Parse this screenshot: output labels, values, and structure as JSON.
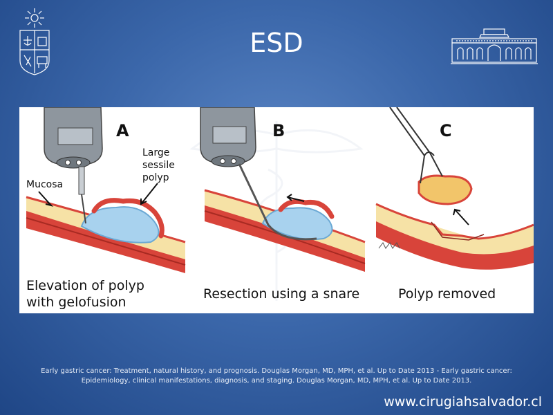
{
  "slide": {
    "title": "ESD",
    "website": "www.cirugiahsalvador.cl",
    "citation": "Early gastric cancer: Treatment, natural history, and prognosis. Douglas Morgan, MD, MPH, et al.  Up to Date 2013 - Early gastric cancer: Epidemiology, clinical manifestations, diagnosis, and staging. Douglas Morgan, MD, MPH, et al.  Up to Date 2013."
  },
  "figure": {
    "panels": [
      {
        "letter": "A",
        "caption_lines": [
          "Elevation of polyp",
          "with gelofusion"
        ],
        "labels": [
          "Mucosa",
          "Large",
          "sessile",
          "polyp"
        ]
      },
      {
        "letter": "B",
        "caption_lines": [
          "Resection using a snare"
        ]
      },
      {
        "letter": "C",
        "caption_lines": [
          "Polyp removed"
        ]
      }
    ]
  },
  "colors": {
    "background_center": "#5a85c4",
    "background_edge": "#1f4686",
    "tissue_red": "#d8443a",
    "tissue_cream": "#f6e2a6",
    "polyp_blue": "#a8d2ee"
  }
}
